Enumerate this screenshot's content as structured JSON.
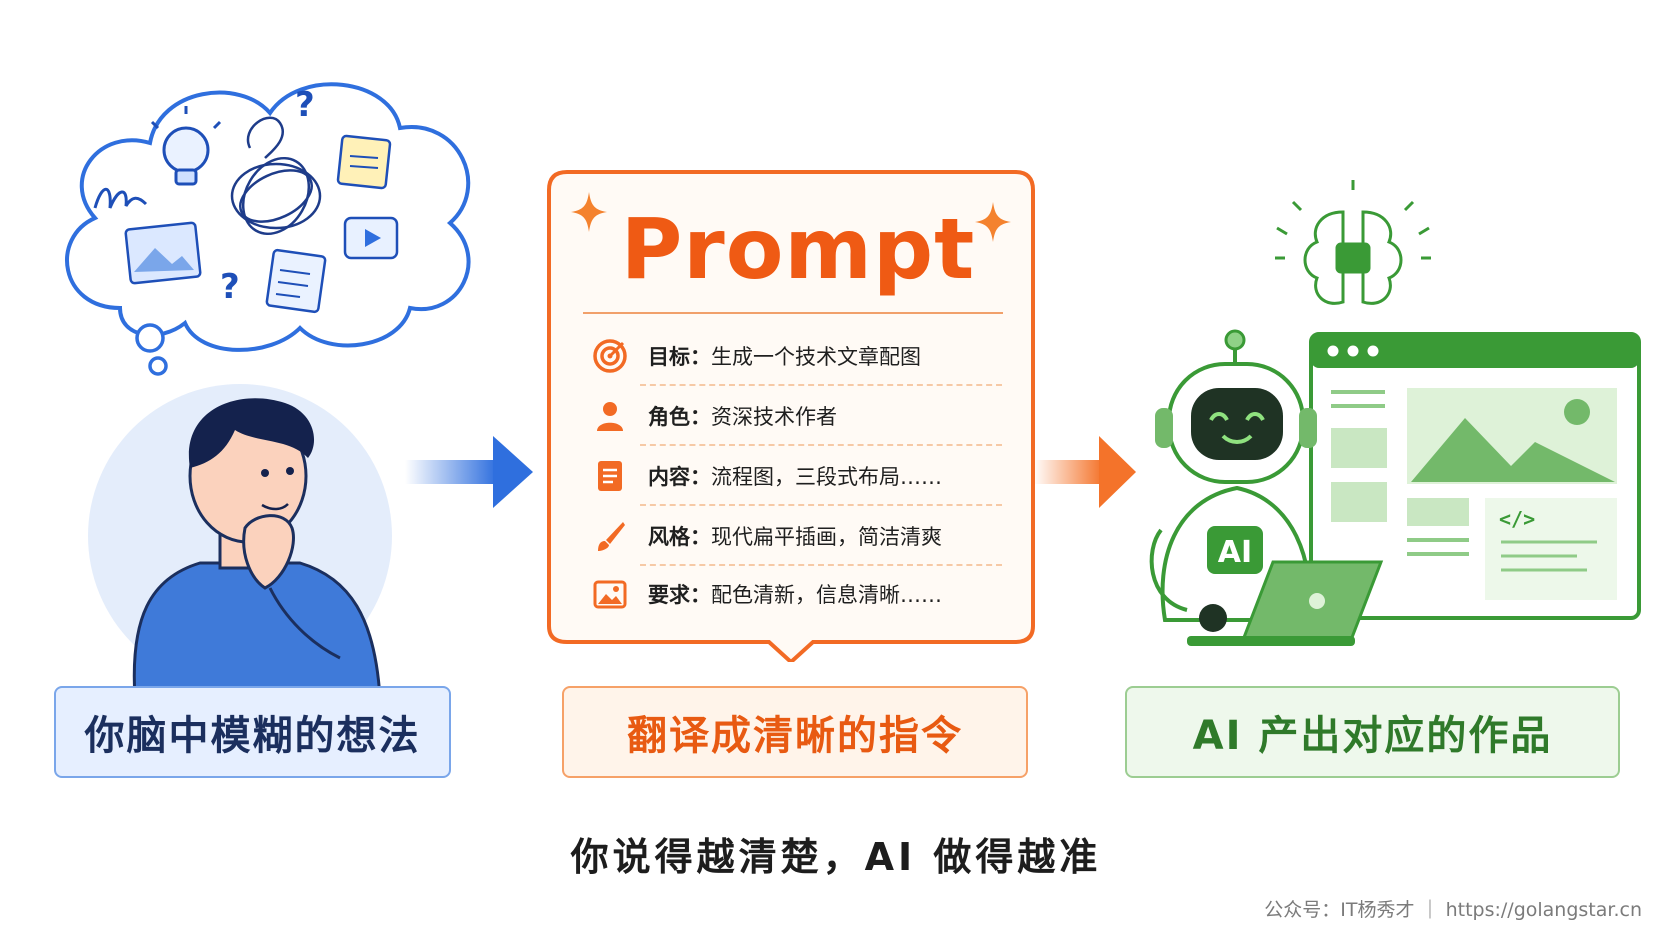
{
  "labels": {
    "left": "你脑中模糊的想法",
    "middle": "翻译成清晰的指令",
    "right": "AI 产出对应的作品"
  },
  "prompt": {
    "title": "Prompt",
    "rows": [
      {
        "key": "目标：",
        "value": "生成一个技术文章配图",
        "icon": "target-icon"
      },
      {
        "key": "角色：",
        "value": "资深技术作者",
        "icon": "user-icon"
      },
      {
        "key": "内容：",
        "value": "流程图，三段式布局……",
        "icon": "document-icon"
      },
      {
        "key": "风格：",
        "value": "现代扁平插画，简洁清爽",
        "icon": "brush-icon"
      },
      {
        "key": "要求：",
        "value": "配色清新，信息清晰……",
        "icon": "image-icon"
      }
    ]
  },
  "robot": {
    "chest_label": "AI"
  },
  "code_symbol": "</>",
  "thought_marks": [
    "?",
    "?"
  ],
  "tagline": "你说得越清楚，AI 做得越准",
  "footer": "公众号：IT杨秀才  ｜  https://golangstar.cn",
  "colors": {
    "blue": "#2f6fde",
    "orange": "#ef5a14",
    "green": "#3a9a36",
    "dark": "#1b2f5e"
  }
}
